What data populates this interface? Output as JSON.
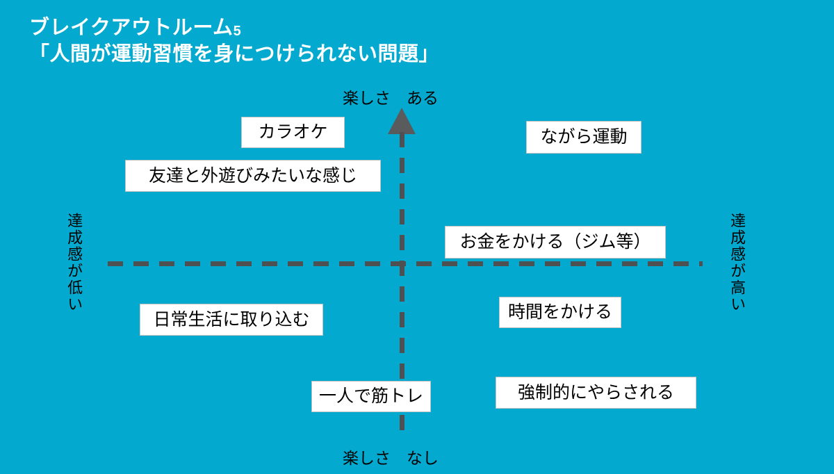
{
  "slide": {
    "background_color": "#03a9ce",
    "title": {
      "line1_main": "ブレイクアウトルーム",
      "line1_suffix": "5",
      "line2": "「人間が運動習慣を身につけられない問題」"
    }
  },
  "axes": {
    "top_label": "楽しさ　ある",
    "bottom_label": "楽しさ　なし",
    "left_label": "達成感が低い",
    "right_label": "達成感が高い",
    "line_color": "#4f5052",
    "arrow_color": "#595b5d"
  },
  "ideas": [
    {
      "id": "karaoke",
      "text": "カラオケ",
      "quadrant": "upper-left"
    },
    {
      "id": "friends",
      "text": "友達と外遊びみたいな感じ",
      "quadrant": "upper-left"
    },
    {
      "id": "nagara",
      "text": "ながら運動",
      "quadrant": "upper-right"
    },
    {
      "id": "money",
      "text": "お金をかける（ジム等）",
      "quadrant": "upper-right"
    },
    {
      "id": "daily",
      "text": "日常生活に取り込む",
      "quadrant": "lower-left"
    },
    {
      "id": "time",
      "text": "時間をかける",
      "quadrant": "lower-right"
    },
    {
      "id": "alone",
      "text": "一人で筋トレ",
      "quadrant": "lower-left"
    },
    {
      "id": "forced",
      "text": "強制的にやらされる",
      "quadrant": "lower-right"
    }
  ],
  "chart_data": {
    "type": "scatter",
    "title": "「人間が運動習慣を身につけられない問題」",
    "xlabel": "達成感",
    "ylabel": "楽しさ",
    "xlim": [
      "達成感が低い",
      "達成感が高い"
    ],
    "ylim": [
      "楽しさ なし",
      "楽しさ ある"
    ],
    "grid": false,
    "legend": "none",
    "points": [
      {
        "label": "カラオケ",
        "x": -0.55,
        "y": 0.78
      },
      {
        "label": "友達と外遊びみたいな感じ",
        "x": -0.55,
        "y": 0.58
      },
      {
        "label": "ながら運動",
        "x": 0.62,
        "y": 0.76
      },
      {
        "label": "お金をかける（ジム等）",
        "x": 0.48,
        "y": 0.16
      },
      {
        "label": "日常生活に取り込む",
        "x": -0.58,
        "y": -0.29
      },
      {
        "label": "時間をかける",
        "x": 0.46,
        "y": -0.25
      },
      {
        "label": "一人で筋トレ",
        "x": -0.1,
        "y": -0.68
      },
      {
        "label": "強制的にやらされる",
        "x": 0.48,
        "y": -0.66
      }
    ]
  }
}
